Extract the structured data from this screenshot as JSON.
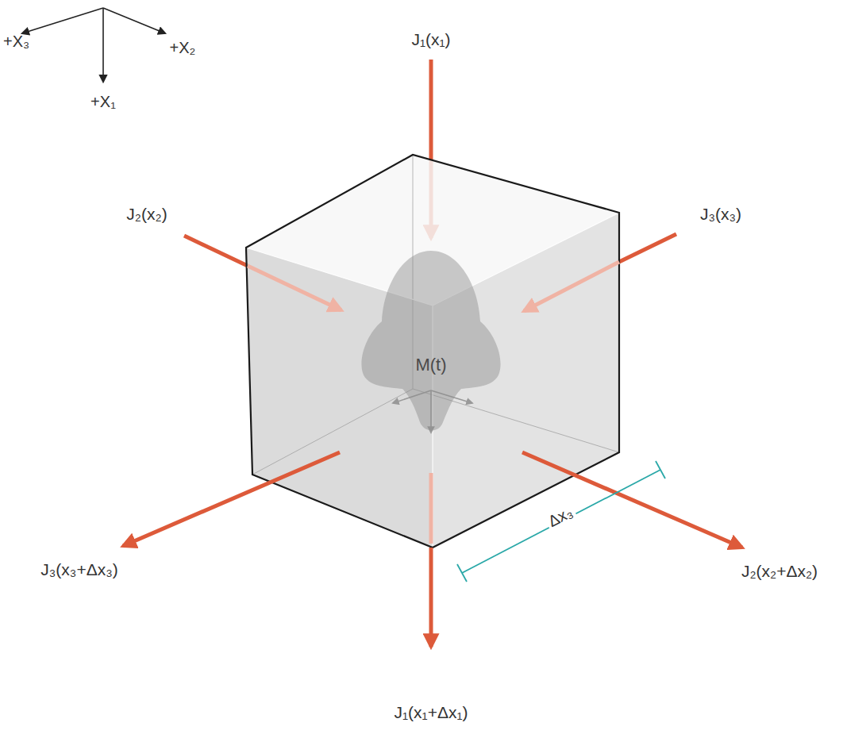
{
  "diagram": {
    "nodes": [
      {
        "text": [
          "M(t)"
        ]
      }
    ],
    "labels": [
      "+X₃",
      "+X₂",
      "+X₁",
      "J₁(x₁)",
      "J₂(x₂)",
      "J₃(x₃)",
      "J₃(x₃+Δx₃)",
      "J₂(x₂+Δx₂)",
      "J₁(x₁+Δx₁)",
      "Δx₃"
    ]
  }
}
